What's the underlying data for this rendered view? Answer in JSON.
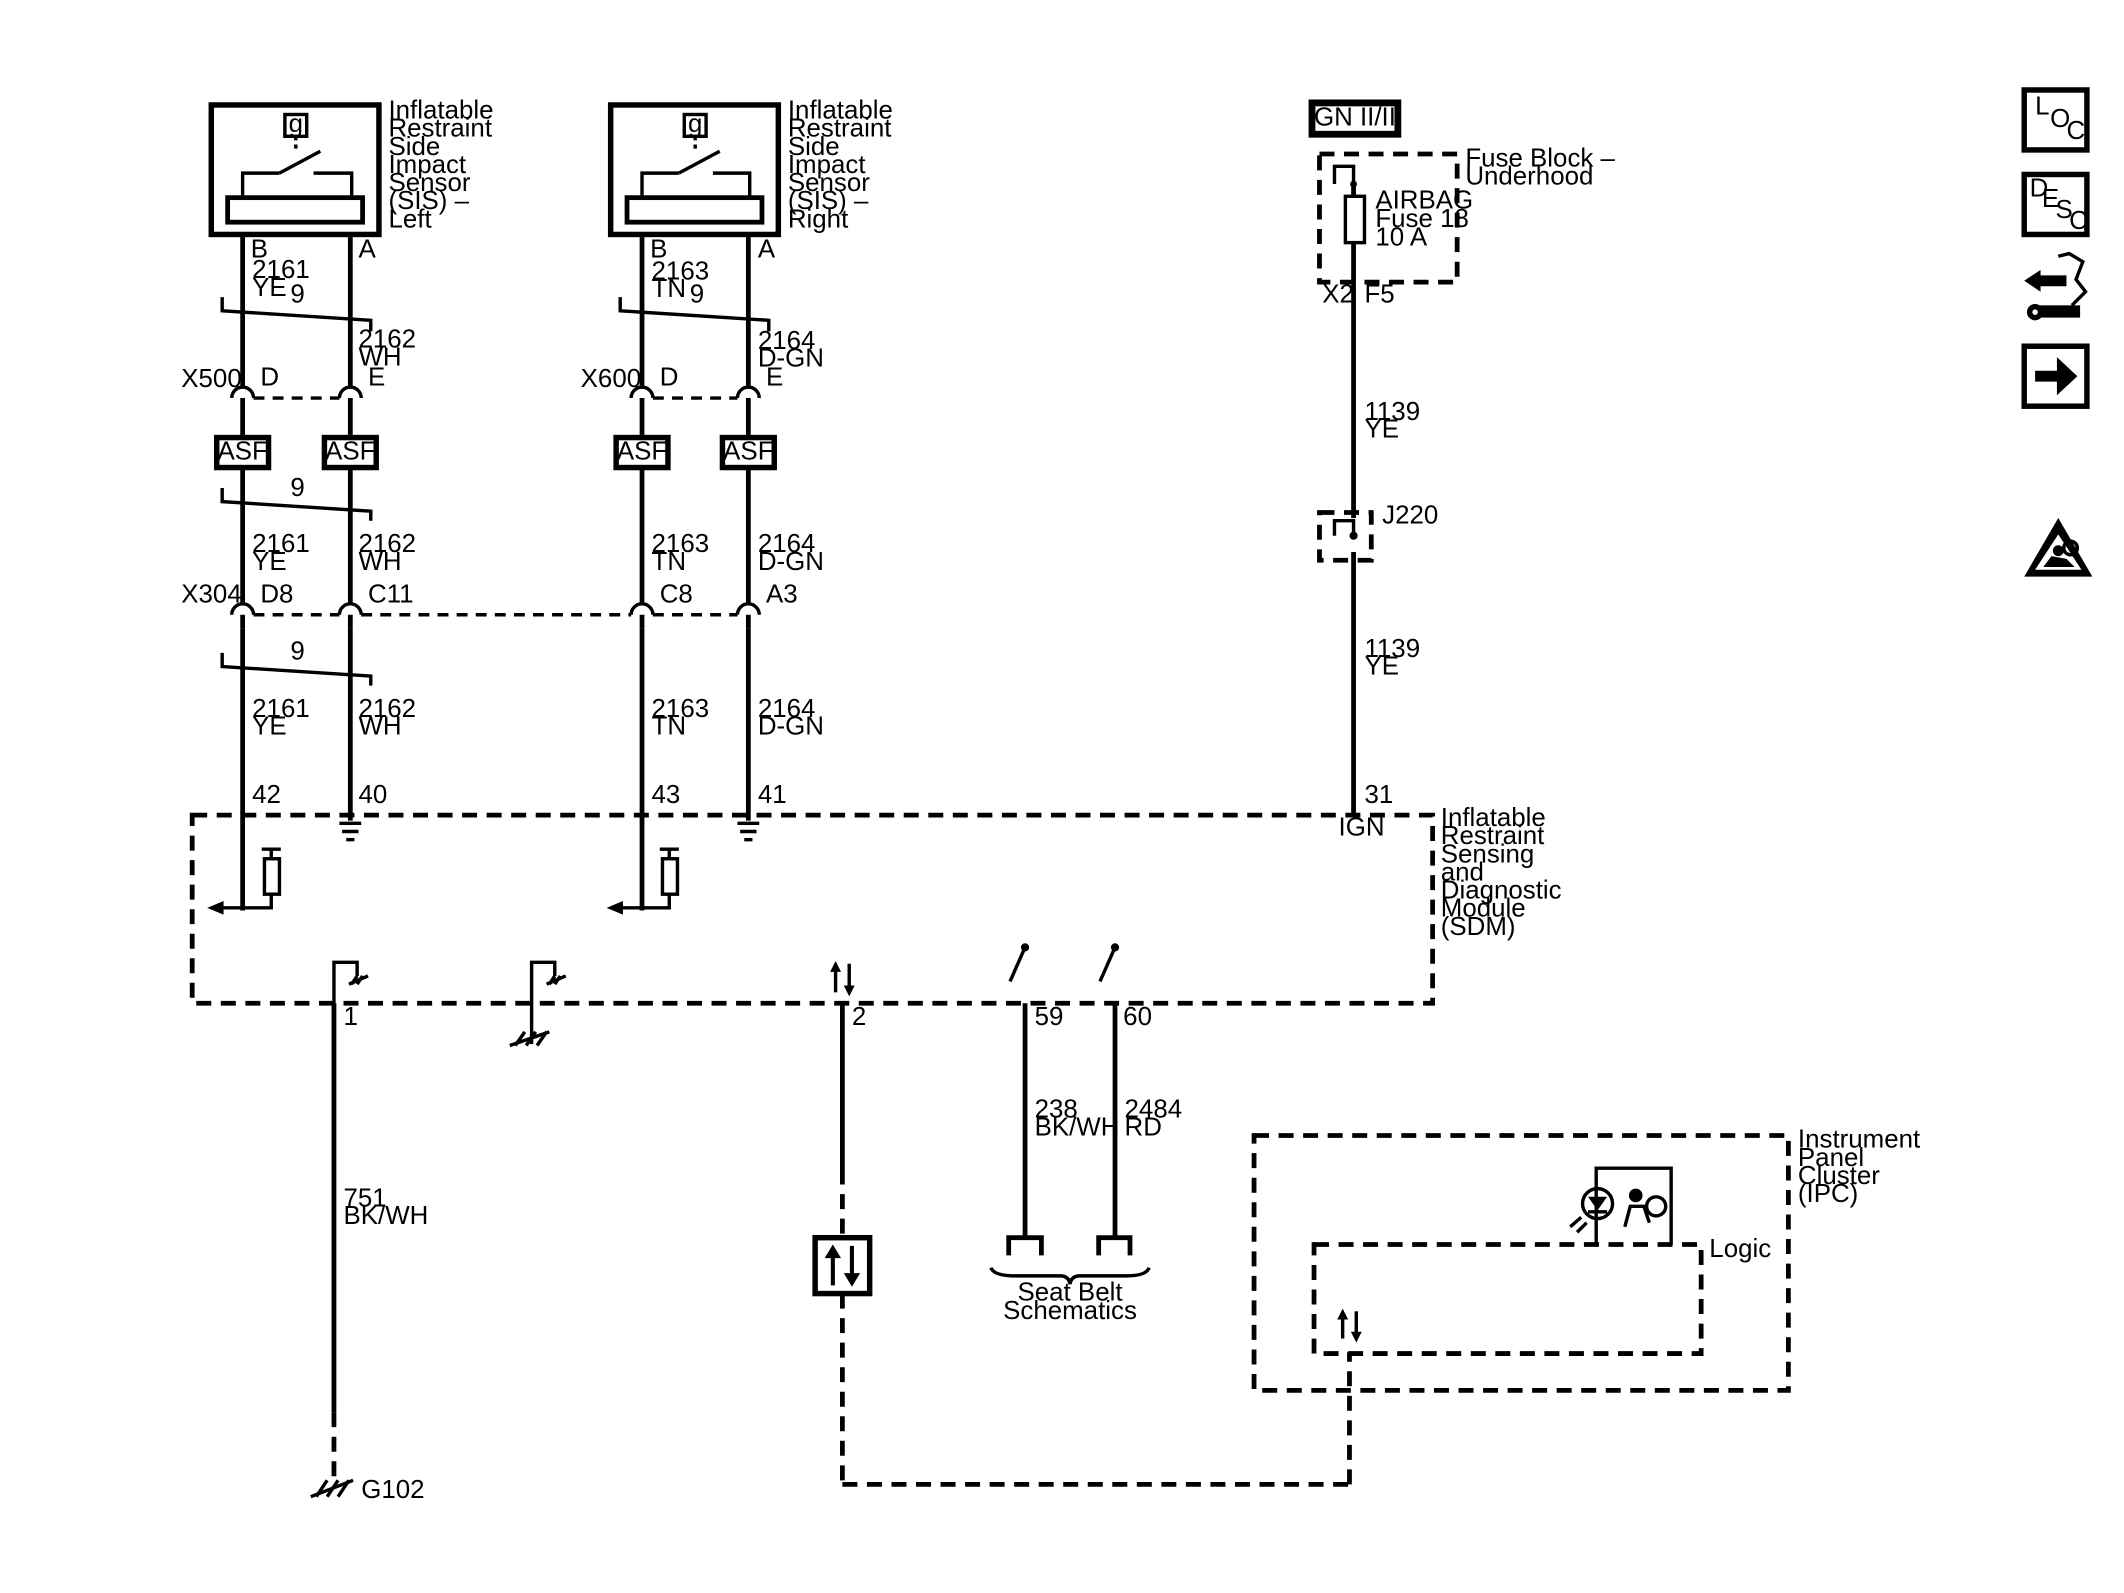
{
  "components": {
    "sis_left": {
      "label": [
        "Inflatable",
        "Restraint",
        "Side",
        "Impact",
        "Sensor",
        "(SIS) –",
        "Left"
      ],
      "g": "g",
      "pin_b": "B",
      "pin_a": "A"
    },
    "sis_right": {
      "label": [
        "Inflatable",
        "Restraint",
        "Side",
        "Impact",
        "Sensor",
        "(SIS) –",
        "Right"
      ],
      "g": "g",
      "pin_b": "B",
      "pin_a": "A"
    },
    "ign_box": "IGN II/III",
    "fuse_block": [
      "Fuse Block –",
      "Underhood"
    ],
    "fuse": [
      "AIRBAG",
      "Fuse 18",
      "10 A"
    ],
    "fuse_conn": "X2",
    "fuse_pin": "F5",
    "splice": "J220",
    "sdm": [
      "Inflatable",
      "Restraint",
      "Sensing",
      "and",
      "Diagnostic",
      "Module",
      "(SDM)"
    ],
    "sdm_ign": "IGN",
    "ipc": [
      "Instrument",
      "Panel",
      "Cluster",
      "(IPC)"
    ],
    "logic": "Logic",
    "seat_belt": [
      "Seat Belt",
      "Schematics"
    ],
    "ground": "G102"
  },
  "connectors": {
    "x500": {
      "name": "X500",
      "pin1": "D",
      "pin2": "E"
    },
    "x600": {
      "name": "X600",
      "pin1": "D",
      "pin2": "E"
    },
    "x304": {
      "name": "X304",
      "pins": [
        "D8",
        "C11",
        "C8",
        "A3"
      ]
    },
    "asf": "ASF",
    "twist": "9"
  },
  "wires": {
    "c2161": "2161",
    "ye": "YE",
    "c2162": "2162",
    "wh": "WH",
    "c2163": "2163",
    "tn": "TN",
    "c2164": "2164",
    "dgn": "D-GN",
    "c1139": "1139",
    "c751": "751",
    "bkwh": "BK/WH",
    "c238": "238",
    "c2484": "2484",
    "rd": "RD"
  },
  "sdm_pins": {
    "p42": "42",
    "p40": "40",
    "p43": "43",
    "p41": "41",
    "p31": "31",
    "p1": "1",
    "p2": "2",
    "p59": "59",
    "p60": "60"
  },
  "nav": {
    "loc": [
      "L",
      "O",
      "C"
    ],
    "desc": [
      "D",
      "E",
      "S",
      "C"
    ]
  }
}
